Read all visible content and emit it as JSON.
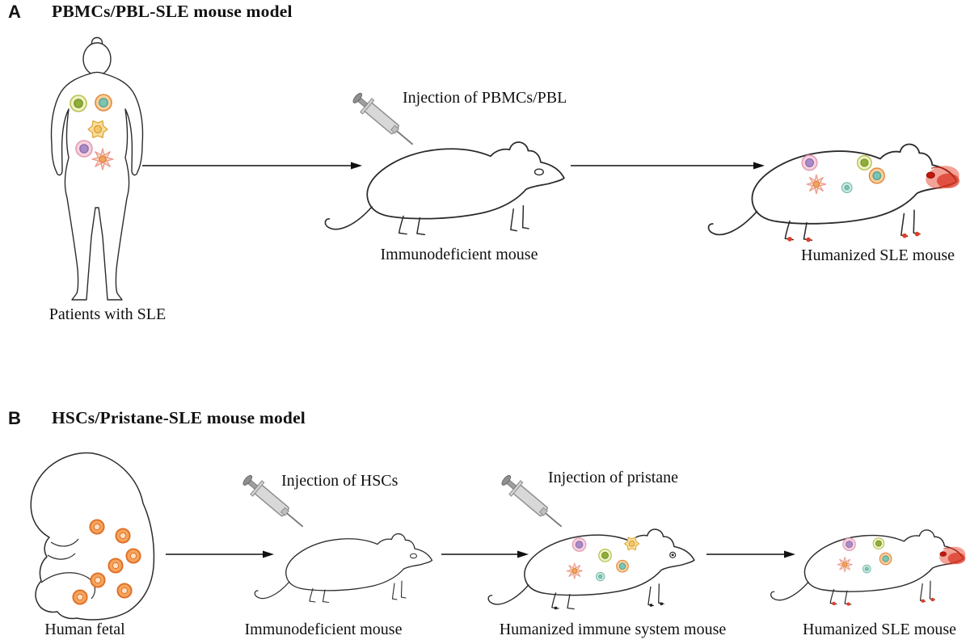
{
  "figure": {
    "panel_a": {
      "letter": "A",
      "title": "PBMCs/PBL-SLE mouse model",
      "source_caption": "Patients with SLE",
      "injection_label": "Injection of  PBMCs/PBL",
      "step1_caption": "Immunodeficient mouse",
      "step2_caption": "Humanized SLE mouse"
    },
    "panel_b": {
      "letter": "B",
      "title": "HSCs/Pristane-SLE mouse model",
      "source_caption": "Human fetal",
      "injection1_label": "Injection of HSCs",
      "injection2_label": "Injection of pristane",
      "step1_caption": "Immunodeficient mouse",
      "step2_caption": "Humanized  immune system mouse",
      "step3_caption": "Humanized SLE mouse"
    }
  },
  "palette": {
    "outline": "#2b2b2b",
    "sle_red": "#e23b27",
    "cell_green": "#8fae3a",
    "cell_orange_ring": "#f6a35b",
    "cell_teal": "#7cc4b4",
    "cell_pink": "#f6d2dd",
    "cell_purple": "#a98bc6",
    "cell_yellow": "#f7df9e",
    "syringe_gray": "#d8d8d8",
    "background": "#ffffff"
  }
}
